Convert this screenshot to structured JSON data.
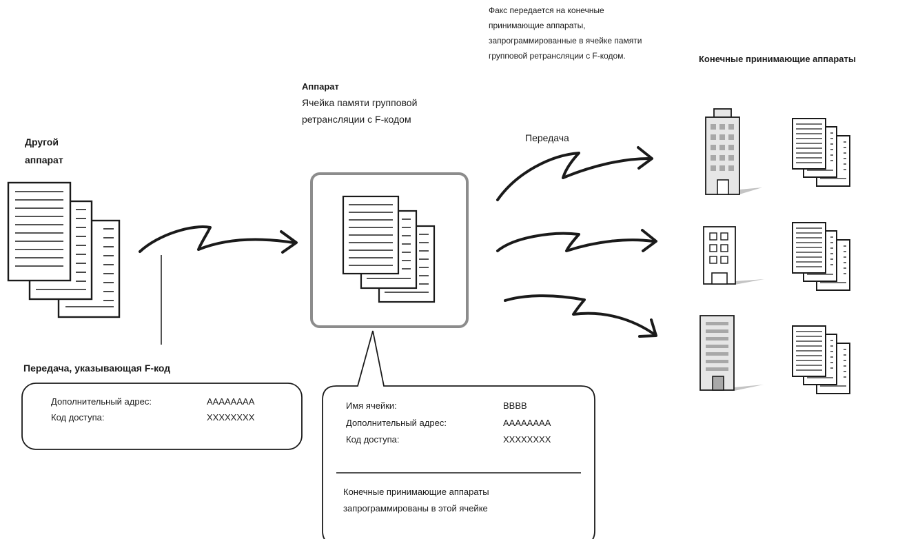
{
  "source": {
    "title_line1": "Другой",
    "title_line2": "аппарат"
  },
  "fcode_transmission": {
    "title": "Передача, указывающая F-код",
    "rows": [
      {
        "label": "Дополнительный адрес:",
        "value": "AAAAAAAA"
      },
      {
        "label": "Код доступа:",
        "value": "XXXXXXXX"
      }
    ]
  },
  "machine": {
    "title": "Аппарат",
    "subtitle_line1": "Ячейка памяти групповой",
    "subtitle_line2": "ретрансляции с F-кодом"
  },
  "box_details": {
    "rows": [
      {
        "label": "Имя ячейки:",
        "value": "BBBB"
      },
      {
        "label": "Дополнительный адрес:",
        "value": "AAAAAAAA"
      },
      {
        "label": "Код доступа:",
        "value": "XXXXXXXX"
      }
    ],
    "note_line1": "Конечные принимающие аппараты",
    "note_line2": "запрограммированы в этой ячейке"
  },
  "relay_note": {
    "line1": "Факс передается на конечные",
    "line2": "принимающие аппараты,",
    "line3": "запрограммированные в ячейке памяти",
    "line4": "групповой ретрансляции с F-кодом."
  },
  "transmission_label": "Передача",
  "destinations_title": "Конечные принимающие аппараты",
  "colors": {
    "line": "#1a1a1a",
    "box_border": "#8c8c8c",
    "building_fill": "#e6e6e6",
    "window_fill": "#a8a8a8"
  }
}
